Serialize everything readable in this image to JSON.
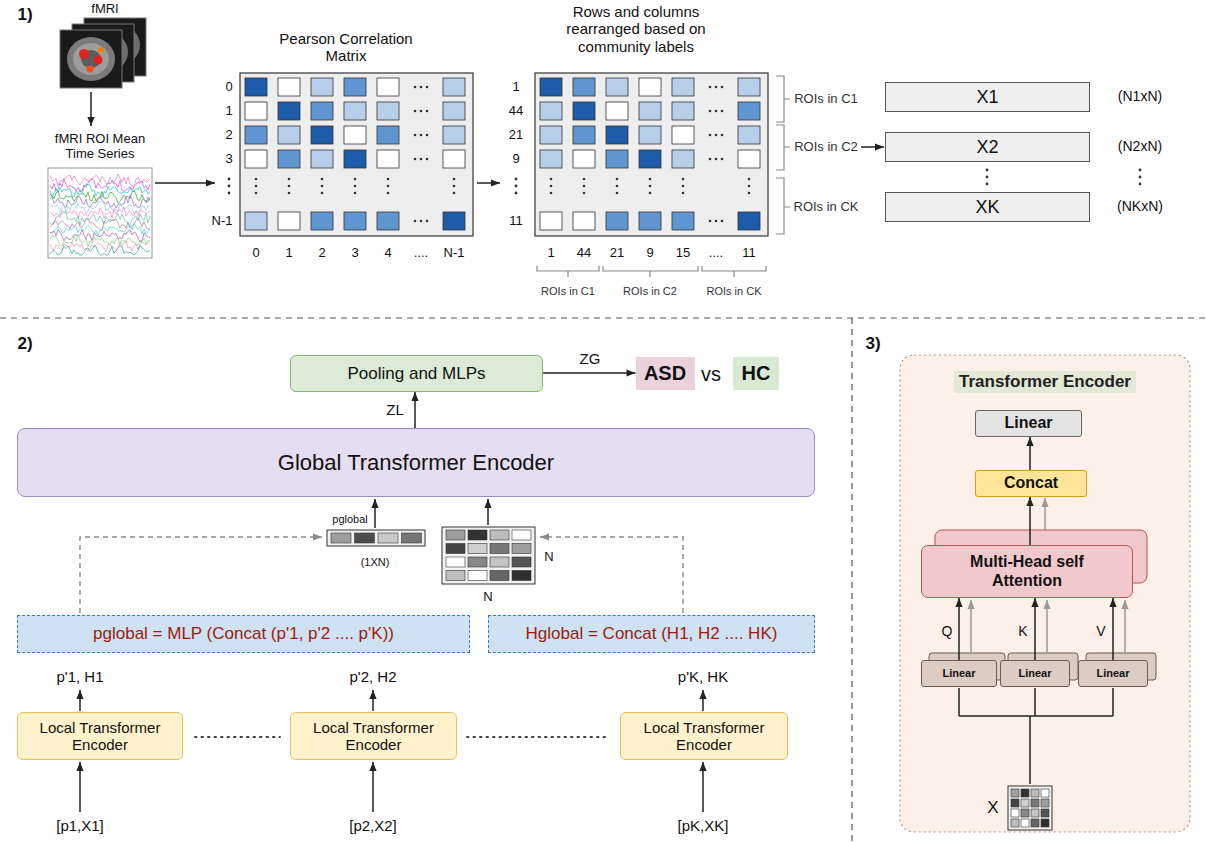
{
  "diagram": {
    "nodes": [
      {
        "text": [
          "fMRI"
        ]
      },
      {
        "text": [
          "fMRI ROI Mean Time Series"
        ]
      },
      {
        "text": [
          "Pearson Correlation Matrix"
        ]
      },
      {
        "text": [
          "Rows and columns rearranged based on community labels"
        ]
      },
      {
        "text": [
          "X1"
        ]
      },
      {
        "text": [
          "X2"
        ]
      },
      {
        "text": [
          "XK"
        ]
      },
      {
        "text": [
          "Pooling and MLPs"
        ]
      },
      {
        "text": [
          "ASD"
        ]
      },
      {
        "text": [
          "HC"
        ]
      },
      {
        "text": [
          "Global Transformer Encoder"
        ]
      },
      {
        "text": [
          "pglobal = MLP (Concat (p'1, p'2 .... p'K))"
        ]
      },
      {
        "text": [
          "Hglobal = Concat (H1, H2 .... HK)"
        ]
      },
      {
        "text": [
          "Local Transformer Encoder"
        ]
      },
      {
        "text": [
          "Local Transformer Encoder"
        ]
      },
      {
        "text": [
          "Local Transformer Encoder"
        ]
      },
      {
        "text": [
          "Transformer Encoder"
        ]
      },
      {
        "text": [
          "Linear"
        ],
        "in": 16
      },
      {
        "text": [
          "Concat"
        ],
        "in": 16
      },
      {
        "text": [
          "Multi-Head self Attention"
        ],
        "in": 16
      },
      {
        "text": [
          "Linear"
        ],
        "in": 16
      },
      {
        "text": [
          "Linear"
        ],
        "in": 16
      },
      {
        "text": [
          "Linear"
        ],
        "in": 16
      }
    ],
    "edges": [
      {
        "from": 0,
        "to": 1,
        "arrow": "to"
      },
      {
        "from": 1,
        "to": 2,
        "arrow": "to"
      },
      {
        "from": 2,
        "to": 3,
        "arrow": "to"
      },
      {
        "from": 7,
        "to": 8,
        "label": "ZG",
        "arrow": "to"
      },
      {
        "from": 10,
        "to": 7,
        "label": "ZL",
        "arrow": "to"
      },
      {
        "from": 18,
        "to": 17,
        "arrow": "to"
      },
      {
        "from": 19,
        "to": 18,
        "arrow": "to"
      },
      {
        "from": 20,
        "to": 19,
        "arrow": "to"
      },
      {
        "from": 21,
        "to": 19,
        "arrow": "to"
      },
      {
        "from": 22,
        "to": 19,
        "arrow": "to"
      }
    ],
    "labels": [
      "1)",
      "0",
      "1",
      "2",
      "3",
      "N-1",
      "0",
      "1",
      "2",
      "3",
      "4",
      "....",
      "N-1",
      "1",
      "44",
      "21",
      "9",
      "11",
      "1",
      "44",
      "21",
      "9",
      "15",
      "....",
      "11",
      "ROIs in C1",
      "ROIs in C2",
      "ROIs in CK",
      "ROIs in C1",
      "ROIs in C2",
      "ROIs in CK",
      "(N1xN)",
      "(N2xN)",
      "(NKxN)",
      "2)",
      "vs",
      "pglobal",
      "(1XN)",
      "N",
      "N",
      "p'1, H1",
      "p'2, H2",
      "p'K, HK",
      "[p1,X1]",
      "[p2,X2]",
      "[pK,XK]",
      "3)",
      "Q",
      "K",
      "V",
      "X"
    ]
  }
}
